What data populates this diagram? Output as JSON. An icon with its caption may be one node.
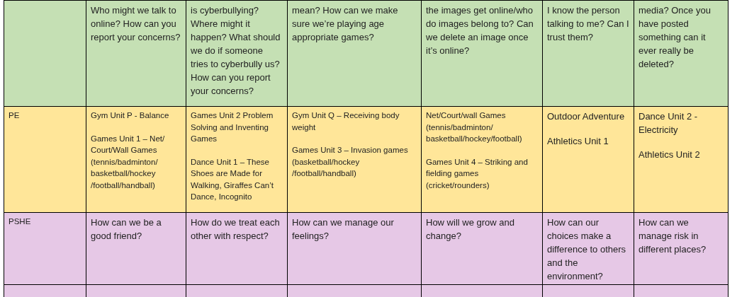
{
  "diagram": {
    "labels": [
      "Who might we talk to online? How can you report your concerns?",
      "is cyberbullying? Where might it happen? What should we do if someone tries to cyberbully us? How can you report your concerns?",
      "mean? How can we make sure we’re playing age appropriate games?",
      "the images get online/who do images belong to? Can we delete an image once it’s online?",
      "I know the person talking to me? Can I trust them?",
      "media? Once you have posted something can it ever really be deleted?",
      "PE",
      "Gym Unit P - Balance",
      "Games Unit 1 – Net/ Court/Wall Games (tennis/badminton/ basketball/hockey /football/handball)",
      "Games Unit 2 Problem Solving and Inventing Games",
      "Dance Unit 1 – These Shoes are Made for Walking, Giraffes Can’t Dance, Incognito",
      "Gym Unit Q – Receiving body weight",
      "Games Unit 3 – Invasion games (basketball/hockey /football/handball)",
      "Net/Court/wall Games (tennis/badminton/ basketball/hockey/football)",
      "Games Unit 4 – Striking and fielding games (cricket/rounders)",
      "Outdoor Adventure",
      "Athletics Unit 1",
      "Dance Unit 2 - Electricity",
      "Athletics Unit 2",
      "PSHE",
      "How can we be a good friend?",
      "How do we treat each other with respect?",
      "How can we manage our feelings?",
      "How will we grow and change?",
      "How can our choices make a difference to others and the environment?",
      "How can we manage risk in different places?"
    ]
  }
}
